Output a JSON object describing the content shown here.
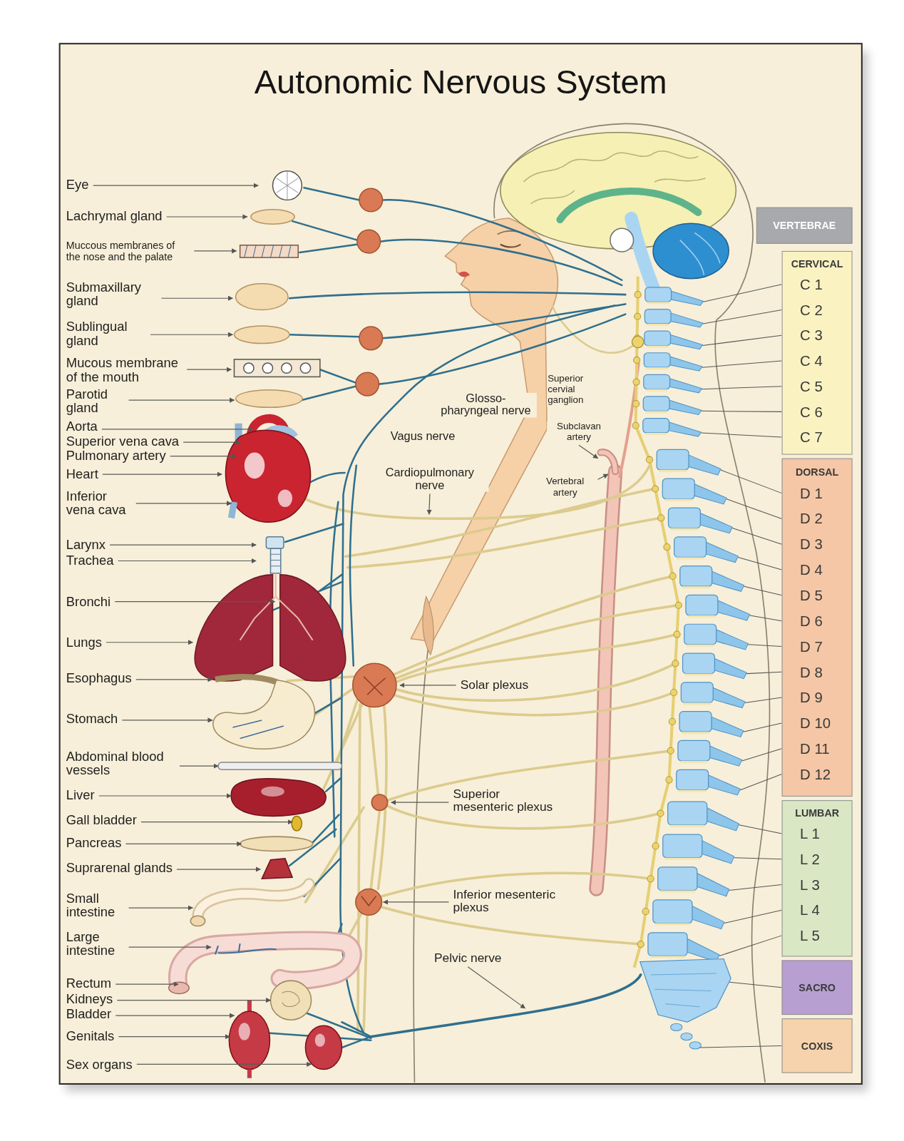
{
  "diagram": {
    "title": "Autonomic Nervous System",
    "nodes": [
      {
        "text": [
          "VERTEBRAE"
        ]
      },
      {
        "text": [
          "CERVICAL",
          "C 1",
          "C 2",
          "C 3",
          "C 4",
          "C 5",
          "C 6",
          "C 7"
        ]
      },
      {
        "text": [
          "DORSAL",
          "D 1",
          "D 2",
          "D 3",
          "D 4",
          "D 5",
          "D 6",
          "D 7",
          "D 8",
          "D 9",
          "D 10",
          "D 11",
          "D 12"
        ]
      },
      {
        "text": [
          "LUMBAR",
          "L 1",
          "L 2",
          "L 3",
          "L 4",
          "L 5"
        ]
      },
      {
        "text": [
          "SACRO"
        ]
      },
      {
        "text": [
          "COXIS"
        ]
      }
    ],
    "labels": [
      "Eye",
      "Lachrymal gland",
      "Muccous membranes of the nose and the palate",
      "Submaxillary gland",
      "Sublingual gland",
      "Mucous membrane of the mouth",
      "Parotid gland",
      "Aorta",
      "Superior vena cava",
      "Pulmonary artery",
      "Heart",
      "Inferior vena cava",
      "Larynx",
      "Trachea",
      "Bronchi",
      "Lungs",
      "Esophagus",
      "Stomach",
      "Abdominal blood vessels",
      "Liver",
      "Gall bladder",
      "Pancreas",
      "Suprarenal glands",
      "Small intestine",
      "Large intestine",
      "Rectum",
      "Kidneys",
      "Bladder",
      "Genitals",
      "Sex organs",
      "Superior cervial ganglion",
      "Glosso- pharyngeal nerve",
      "Subclavan artery",
      "Vagus nerve",
      "Cardiopulmonary nerve",
      "Vertebral artery",
      "Solar plexus",
      "Superior mesenteric plexus",
      "Inferior mesenteric plexus",
      "Pelvic nerve"
    ]
  }
}
